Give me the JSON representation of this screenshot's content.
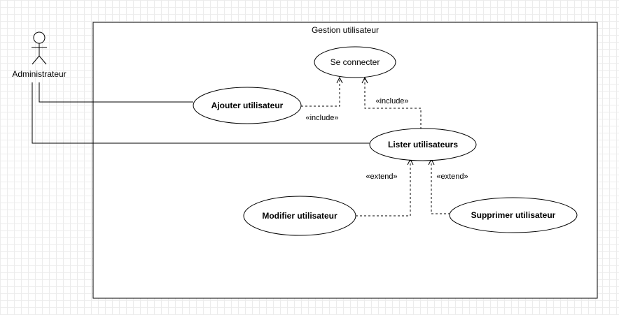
{
  "system": {
    "title": "Gestion utilisateur"
  },
  "actor": {
    "name": "Administrateur"
  },
  "use_cases": {
    "se_connecter": "Se connecter",
    "ajouter": "Ajouter utilisateur",
    "lister": "Lister utilisateurs",
    "modifier": "Modifier utilisateur",
    "supprimer": "Supprimer utilisateur"
  },
  "relations": {
    "include_ajouter": "«include»",
    "include_lister": "«include»",
    "extend_modifier": "«extend»",
    "extend_supprimer": "«extend»"
  },
  "colors": {
    "stroke": "#000000",
    "grid": "#ececec",
    "background": "#ffffff"
  }
}
